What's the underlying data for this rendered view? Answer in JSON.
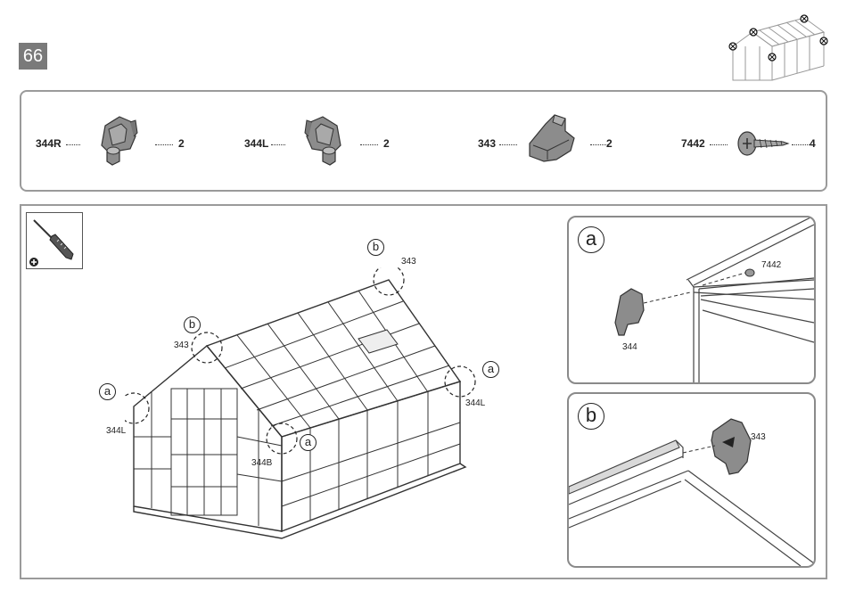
{
  "page_number": "66",
  "parts": [
    {
      "code": "344R",
      "qty": "2",
      "icon": "corner-cap-right-icon"
    },
    {
      "code": "344L",
      "qty": "2",
      "icon": "corner-cap-left-icon"
    },
    {
      "code": "343",
      "qty": "2",
      "icon": "ridge-cap-icon"
    },
    {
      "code": "7442",
      "qty": "4",
      "icon": "screw-icon"
    }
  ],
  "main": {
    "callouts": [
      {
        "letter": "b",
        "part": "343"
      },
      {
        "letter": "b",
        "part": "343"
      },
      {
        "letter": "a",
        "part": "344L"
      },
      {
        "letter": "a",
        "part": "344L"
      },
      {
        "letter": "a",
        "part": "344B"
      }
    ]
  },
  "detail_a": {
    "letter": "a",
    "part_label": "344",
    "screw_label": "7442"
  },
  "detail_b": {
    "letter": "b",
    "part_label": "343"
  },
  "colors": {
    "frame": "#9a9a9a",
    "part_fill": "#8c8c8c",
    "page_badge": "#7a7a7a"
  }
}
